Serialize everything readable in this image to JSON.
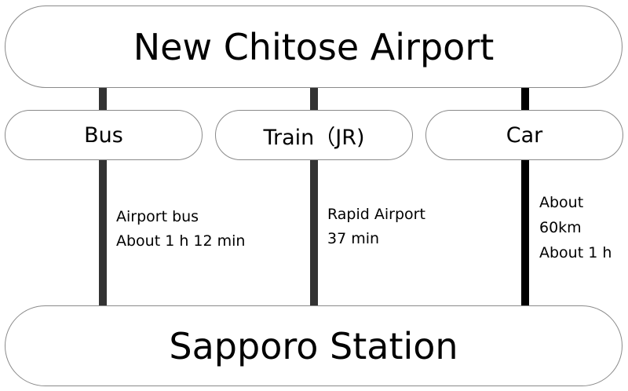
{
  "origin": "New Chitose Airport",
  "destination": "Sapporo Station",
  "routes": [
    {
      "mode": "Bus",
      "details": [
        "Airport bus",
        "About 1 h 12 min"
      ]
    },
    {
      "mode": "Train（JR)",
      "details": [
        "Rapid Airport",
        "37 min"
      ]
    },
    {
      "mode": "Car",
      "details": [
        "About",
        "60km",
        "About 1 h"
      ]
    }
  ],
  "colors": {
    "bus_line": "#333333",
    "train_line": "#333333",
    "car_line": "#000000",
    "pill_border": "#8a8a8a"
  }
}
